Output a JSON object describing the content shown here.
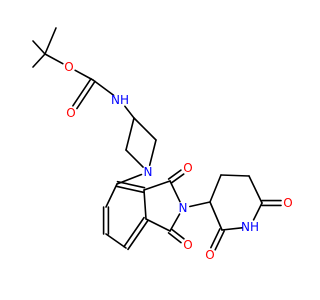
{
  "molecule": {
    "colors": {
      "bond": "#000000",
      "oxygen": "#ff0000",
      "nitrogen": "#0000ff",
      "background": "#ffffff"
    },
    "atoms": [
      {
        "id": "me1",
        "element": "C",
        "label": ""
      },
      {
        "id": "me2",
        "element": "C",
        "label": ""
      },
      {
        "id": "me3",
        "element": "C",
        "label": ""
      },
      {
        "id": "cq",
        "element": "C",
        "label": ""
      },
      {
        "id": "oe",
        "element": "O",
        "label": "O"
      },
      {
        "id": "cc",
        "element": "C",
        "label": ""
      },
      {
        "id": "oc",
        "element": "O",
        "label": "O"
      },
      {
        "id": "nh1",
        "element": "N",
        "label": "NH"
      },
      {
        "id": "az3",
        "element": "C",
        "label": ""
      },
      {
        "id": "az2",
        "element": "C",
        "label": ""
      },
      {
        "id": "az4",
        "element": "C",
        "label": ""
      },
      {
        "id": "n1",
        "element": "N",
        "label": "N"
      },
      {
        "id": "ar4",
        "element": "C",
        "label": ""
      },
      {
        "id": "ar3a",
        "element": "C",
        "label": ""
      },
      {
        "id": "c3",
        "element": "C",
        "label": ""
      },
      {
        "id": "o3",
        "element": "O",
        "label": "O"
      },
      {
        "id": "n2",
        "element": "N",
        "label": "N"
      },
      {
        "id": "c1",
        "element": "C",
        "label": ""
      },
      {
        "id": "o1",
        "element": "O",
        "label": "O"
      },
      {
        "id": "ar7a",
        "element": "C",
        "label": ""
      },
      {
        "id": "ar5",
        "element": "C",
        "label": ""
      },
      {
        "id": "ar6",
        "element": "C",
        "label": ""
      },
      {
        "id": "ar7",
        "element": "C",
        "label": ""
      },
      {
        "id": "p3",
        "element": "C",
        "label": ""
      },
      {
        "id": "p4",
        "element": "C",
        "label": ""
      },
      {
        "id": "p5",
        "element": "C",
        "label": ""
      },
      {
        "id": "p6",
        "element": "C",
        "label": ""
      },
      {
        "id": "o6",
        "element": "O",
        "label": "O"
      },
      {
        "id": "nh2",
        "element": "N",
        "label": "NH"
      },
      {
        "id": "p2",
        "element": "C",
        "label": ""
      },
      {
        "id": "o2",
        "element": "O",
        "label": "O"
      }
    ],
    "bonds": [
      {
        "a": "me1",
        "b": "cq",
        "order": 1
      },
      {
        "a": "me2",
        "b": "cq",
        "order": 1
      },
      {
        "a": "me3",
        "b": "cq",
        "order": 1
      },
      {
        "a": "cq",
        "b": "oe",
        "order": 1
      },
      {
        "a": "oe",
        "b": "cc",
        "order": 1
      },
      {
        "a": "cc",
        "b": "oc",
        "order": 2
      },
      {
        "a": "cc",
        "b": "nh1",
        "order": 1
      },
      {
        "a": "nh1",
        "b": "az3",
        "order": 1
      },
      {
        "a": "az3",
        "b": "az2",
        "order": 1
      },
      {
        "a": "az3",
        "b": "az4",
        "order": 1
      },
      {
        "a": "az2",
        "b": "n1",
        "order": 1
      },
      {
        "a": "az4",
        "b": "n1",
        "order": 1
      },
      {
        "a": "n1",
        "b": "ar4",
        "order": 1
      },
      {
        "a": "ar4",
        "b": "ar3a",
        "order": 2
      },
      {
        "a": "ar3a",
        "b": "ar7a",
        "order": 1
      },
      {
        "a": "ar7a",
        "b": "ar7",
        "order": 2
      },
      {
        "a": "ar7",
        "b": "ar6",
        "order": 1
      },
      {
        "a": "ar6",
        "b": "ar5",
        "order": 2
      },
      {
        "a": "ar5",
        "b": "ar4",
        "order": 1
      },
      {
        "a": "ar3a",
        "b": "c3",
        "order": 1
      },
      {
        "a": "c3",
        "b": "o3",
        "order": 2
      },
      {
        "a": "c3",
        "b": "n2",
        "order": 1
      },
      {
        "a": "n2",
        "b": "c1",
        "order": 1
      },
      {
        "a": "c1",
        "b": "ar7a",
        "order": 1
      },
      {
        "a": "c1",
        "b": "o1",
        "order": 2
      },
      {
        "a": "n2",
        "b": "p3",
        "order": 1
      },
      {
        "a": "p3",
        "b": "p4",
        "order": 1
      },
      {
        "a": "p4",
        "b": "p5",
        "order": 1
      },
      {
        "a": "p5",
        "b": "p6",
        "order": 1
      },
      {
        "a": "p6",
        "b": "o6",
        "order": 2
      },
      {
        "a": "p6",
        "b": "nh2",
        "order": 1
      },
      {
        "a": "nh2",
        "b": "p2",
        "order": 1
      },
      {
        "a": "p2",
        "b": "o2",
        "order": 2
      },
      {
        "a": "p2",
        "b": "p3",
        "order": 1
      }
    ]
  }
}
